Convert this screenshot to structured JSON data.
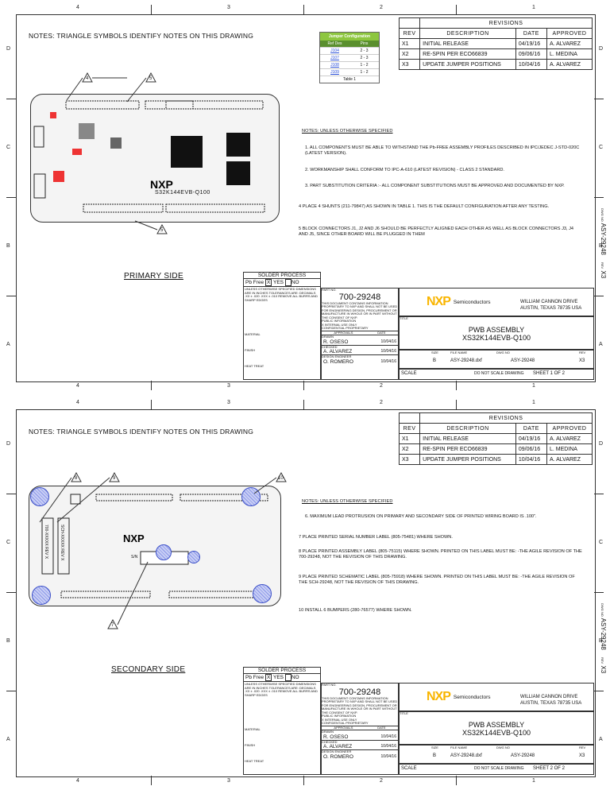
{
  "zones": {
    "top": [
      "4",
      "3",
      "2",
      "1"
    ],
    "side": [
      "D",
      "C",
      "B",
      "A"
    ]
  },
  "sheets": [
    {
      "notes_title": "NOTES: TRIANGLE SYMBOLS IDENTIFY NOTES ON THIS DRAWING",
      "revisions": {
        "title": "REVISIONS",
        "headers": [
          "REV",
          "DESCRIPTION",
          "DATE",
          "APPROVED"
        ],
        "rows": [
          [
            "X1",
            "INITIAL RELEASE",
            "04/19/16",
            "A. ALVAREZ"
          ],
          [
            "X2",
            "RE-SPIN PER ECO66839",
            "09/06/16",
            "L. MEDINA"
          ],
          [
            "X3",
            "UPDATE JUMPER POSITIONS",
            "10/04/16",
            "A. ALVAREZ"
          ]
        ]
      },
      "jumper_table": {
        "title": "Jumper Configuration",
        "headers": [
          "Ref Des",
          "Pins"
        ],
        "rows": [
          [
            "J104",
            "2 - 3"
          ],
          [
            "J107",
            "2 - 3"
          ],
          [
            "J108",
            "1 - 2"
          ],
          [
            "J109",
            "1 - 2"
          ]
        ],
        "caption": "Table 1"
      },
      "notes_header": "NOTES: UNLESS OTHERWISE SPECIFIED",
      "notes": [
        {
          "num": "1.",
          "text": "ALL COMPONENTS MUST BE ABLE TO WITHSTAND THE Pb-FREE ASSEMBLY PROFILES DESCRIBED IN IPC/JEDEC J-STD-020C (LATEST VERSION)."
        },
        {
          "num": "2.",
          "text": "WORKMANSHIP SHALL CONFORM TO IPC-A-610 (LATEST REVISION) - CLASS 2 STANDARD."
        },
        {
          "num": "3.",
          "text": "PART SUBSTITUTION CRITERIA :- ALL COMPONENT SUBSTITUTIONS MUST BE APPROVED AND DOCUMENTED BY NXP."
        },
        {
          "num": "4",
          "text": "PLACE 4 SHUNTS (211-79847) AS SHOWN IN TABLE 1. THIS IS THE DEFAULT CONFIGURATION AFTER ANY TESTING."
        },
        {
          "num": "5",
          "text": "BLOCK CONNECTORS J1, J2 AND J6 SHOULD BE PERFECTLY ALIGNED EACH OTHER AS WELL AS BLOCK CONNECTORS J3, J4 AND J5, SINCE OTHER BOARD WILL BE PLUGGED IN THEM"
        }
      ],
      "side_label": "PRIMARY SIDE",
      "callouts": [
        "4",
        "5",
        "5"
      ],
      "board_text": "S32K144EVB-Q100",
      "sheet_no": "SHEET 1 OF 2"
    },
    {
      "notes_title": "NOTES: TRIANGLE SYMBOLS IDENTIFY NOTES ON THIS DRAWING",
      "revisions": {
        "title": "REVISIONS",
        "headers": [
          "REV",
          "DESCRIPTION",
          "DATE",
          "APPROVED"
        ],
        "rows": [
          [
            "X1",
            "INITIAL RELEASE",
            "04/19/16",
            "A. ALVAREZ"
          ],
          [
            "X2",
            "RE-SPIN PER ECO66839",
            "09/06/16",
            "L. MEDINA"
          ],
          [
            "X3",
            "UPDATE JUMPER POSITIONS",
            "10/04/16",
            "A. ALVAREZ"
          ]
        ]
      },
      "notes_header": "NOTES: UNLESS OTHERWISE SPECIFIED",
      "notes": [
        {
          "num": "6.",
          "text": "MAXIMUM LEAD PROTRUSION ON PRIMARY AND SECONDARY SIDE OF PRINTED WIRING BOARD IS .100\"."
        },
        {
          "num": "7",
          "text": "PLACE PRINTED SERIAL NUMBER LABEL (805-75481) WHERE SHOWN."
        },
        {
          "num": "8",
          "text": "PLACE PRINTED ASSEMBLY LABEL (805-75115) WHERE SHOWN. PRINTED ON THIS LABEL MUST BE: -THE AGILE REVISION OF THE 700-29248, NOT THE REVISION OF THIS DRAWING."
        },
        {
          "num": "9",
          "text": "PLACE PRINTED SCHEMATIC LABEL (805-75918) WHERE SHOWN. PRINTED ON THIS LABEL MUST BE: -THE AGILE REVISION OF THE SCH-29248, NOT THE REVISION OF THIS DRAWING."
        },
        {
          "num": "10",
          "text": "INSTALL 6 BUMPERS (280-76577) WHERE SHOWN."
        }
      ],
      "side_label": "SECONDARY SIDE",
      "callouts": [
        "8",
        "9",
        "10",
        "7"
      ],
      "labels": [
        "700-XXXXX REV X",
        "SCH-XXXXX REV X",
        "S/N"
      ],
      "sheet_no": "SHEET 2 OF 2"
    }
  ],
  "title_block": {
    "solder_process": "SOLDER PROCESS",
    "pb_free": "Pb Free",
    "yes": "YES",
    "no": "NO",
    "check_mark": "X",
    "tolerances": "UNLESS OTHERWISE SPECIFIED DIMENSIONS ARE IN INCHES TOLERANCES ARE: DECIMALS .XX ± .020 .XXX ± .010 REMOVE ALL BURRS AND SHARP EDGES",
    "material": "MATERIAL",
    "finish": "FINISH",
    "heat_treat": "HEAT TREAT",
    "part_no_label": "PART NO.",
    "part_no": "700-29248",
    "proprietary": "THIS DOCUMENT CONTAINS INFORMATION PROPRIETARY TO NXP AND SHALL NOT BE USED FOR ENGINEERING DESIGN, PROCUREMENT OR MANUFACTURE IN WHOLE OR IN PART WITHOUT THE CONSENT OF NXP.",
    "classification": [
      "PUBLIC INFORMATION",
      "X  INTERNAL USE ONLY",
      "CONFIDENTIAL PROPRIETARY"
    ],
    "approvals": "APPROVALS",
    "date_h": "DATE",
    "drawn_l": "DRAWN",
    "drawn": "R. OSESO",
    "drawn_date": "10/04/16",
    "checked_l": "CHECKED",
    "checked": "A. ALVAREZ",
    "checked_date": "10/04/16",
    "design_l": "DESIGN ENGINEER",
    "design": "O. ROMERO",
    "design_date": "10/04/16",
    "company": "Semiconductors",
    "logo": "NXP",
    "address1": "WILLIAM CANNON DRIVE",
    "address2": "AUSTIN, TEXAS 78735 USA",
    "title_l": "TITLE",
    "title1": "PWB ASSEMBLY",
    "title2": "XS32K144EVB-Q100",
    "size_l": "SIZE",
    "size": "B",
    "file_l": "FILE NAME",
    "file": "ASY-29248.dxf",
    "dwg_l": "DWG NO",
    "dwg": "ASY-29248",
    "rev_l": "REV",
    "rev": "X3",
    "scale_l": "SCALE",
    "noscale": "DO NOT SCALE DRAWING",
    "side_dwg_l": "DWG NO",
    "side_dwg": "ASY-29248",
    "side_rev_l": "REV",
    "side_rev": "X3"
  }
}
